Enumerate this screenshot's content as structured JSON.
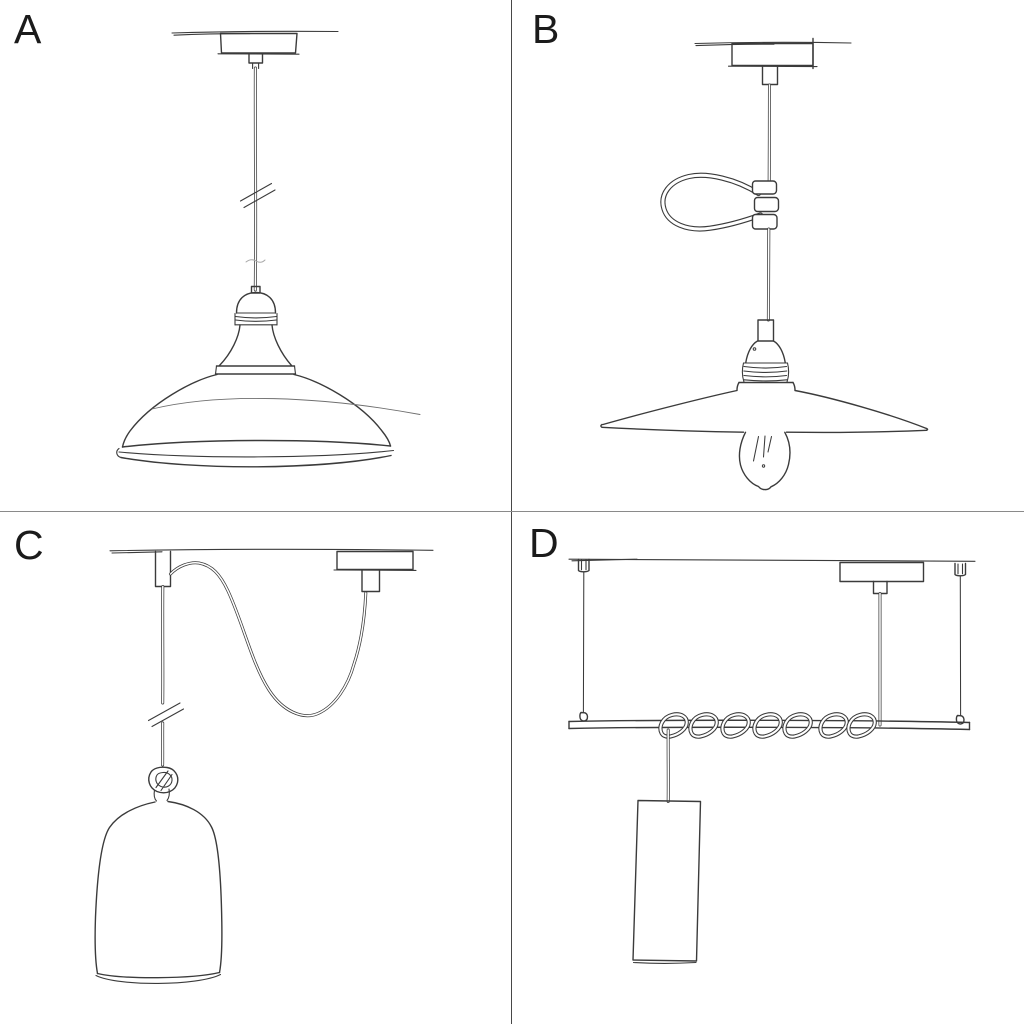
{
  "canvas": {
    "background": "#ffffff",
    "sketch_line_color": "#3b3b3b",
    "divider_vertical_color": "#474747",
    "divider_horizontal_color": "#8a8a8a",
    "label_color": "#1b1b1b"
  },
  "panels": [
    {
      "label": "A",
      "name": "pendant-straight-cable-industrial-bowl-shade"
    },
    {
      "label": "B",
      "name": "pendant-cable-loop-flat-disc-shade-edison-bulb"
    },
    {
      "label": "C",
      "name": "swag-pendant-two-ceiling-mounts-bell-shade"
    },
    {
      "label": "D",
      "name": "suspended-bar-coiled-cable-cylinder-shade"
    }
  ]
}
